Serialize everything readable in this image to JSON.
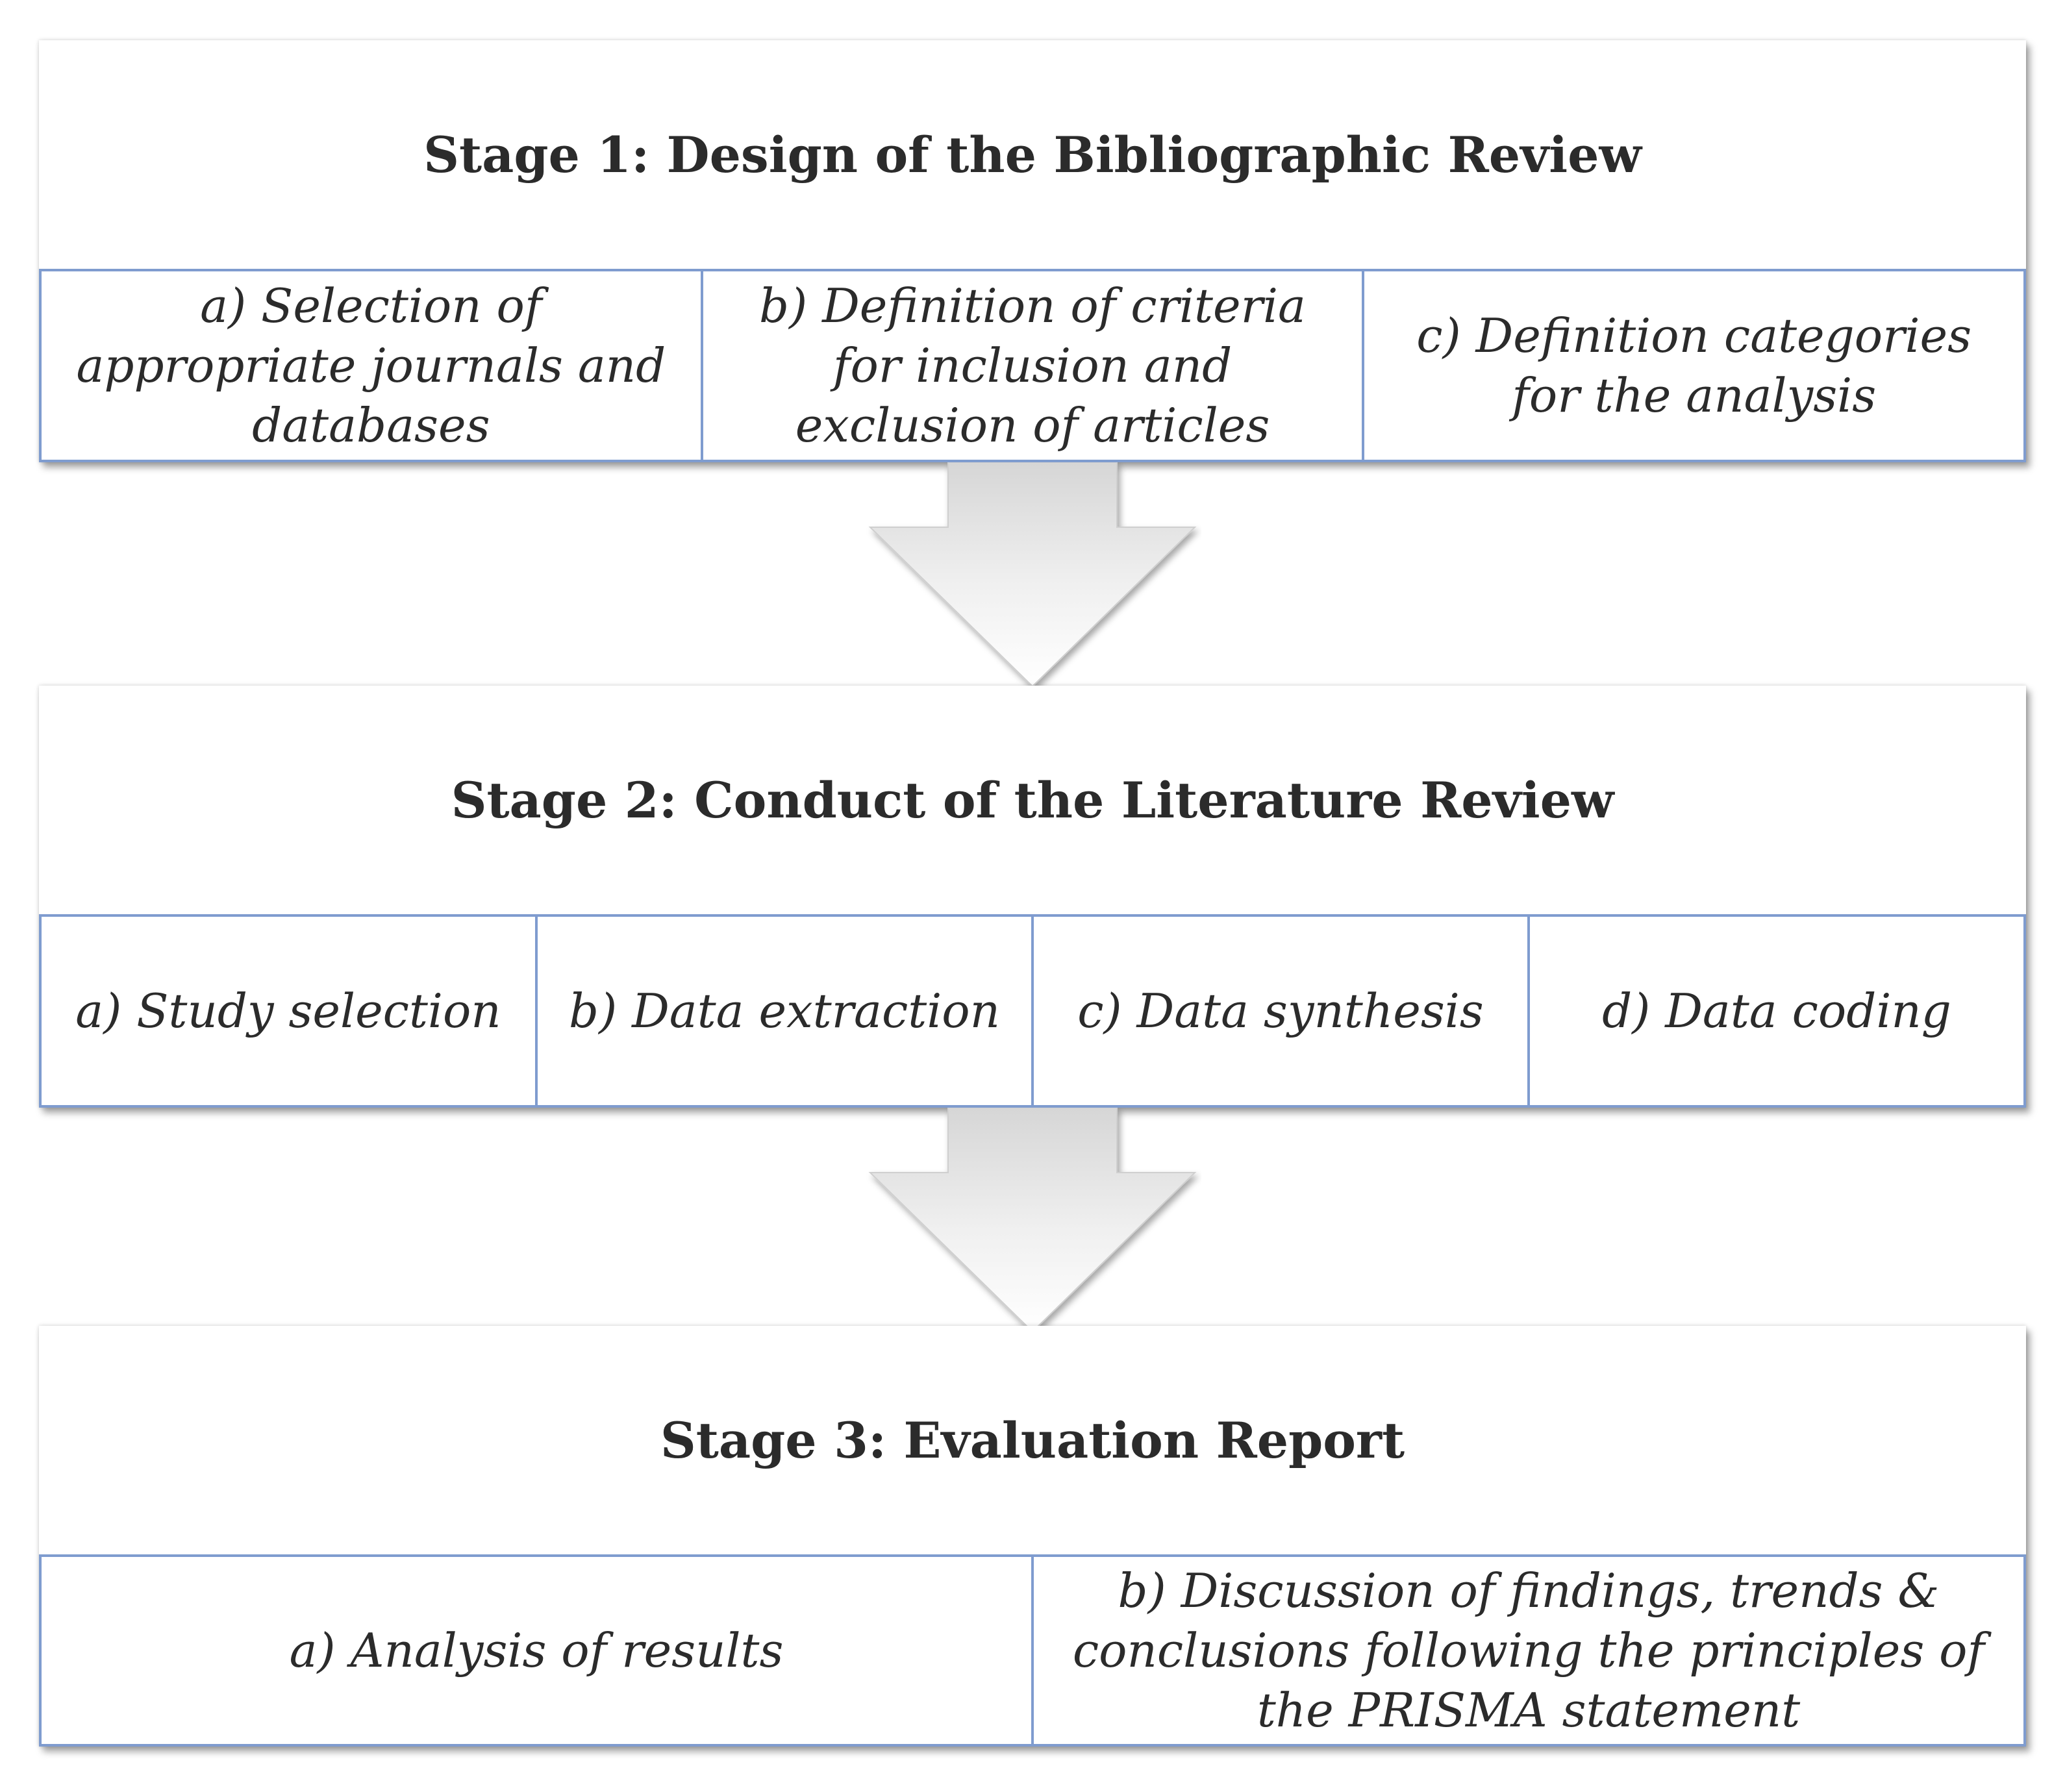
{
  "stages": [
    {
      "title": "Stage 1: Design of the Bibliographic Review",
      "items": [
        "a) Selection of appropriate journals and databases",
        "b) Definition of criteria for inclusion and exclusion of articles",
        "c) Definition categories for the analysis"
      ]
    },
    {
      "title": "Stage 2: Conduct of the Literature Review",
      "items": [
        "a) Study selection",
        "b) Data extraction",
        "c) Data synthesis",
        "d) Data coding"
      ]
    },
    {
      "title": "Stage 3: Evaluation Report",
      "items": [
        "a) Analysis of results",
        "b) Discussion of findings, trends & conclusions following the principles of the PRISMA statement"
      ]
    }
  ],
  "colors": {
    "border": "#7f9ccf",
    "text": "#2b2b2b",
    "arrow_light": "#ffffff",
    "arrow_dark": "#d4d4d4"
  }
}
